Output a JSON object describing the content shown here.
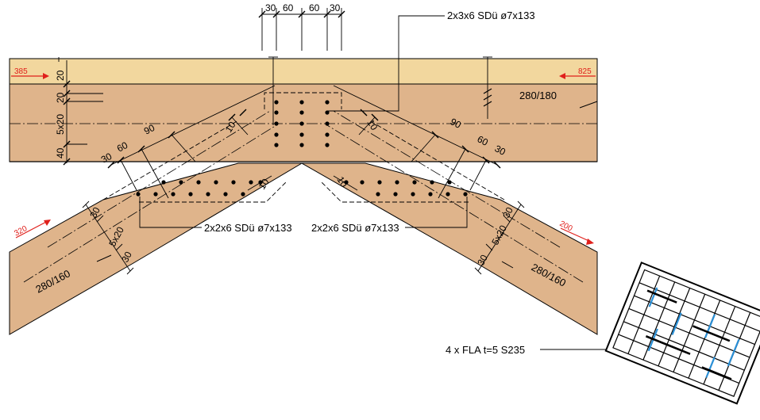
{
  "colors": {
    "chord_top": "#f2d79e",
    "timber": "#dfb48b",
    "line": "#000000",
    "force_arrow": "#e0201c",
    "plate_accent": "#2a8fd6"
  },
  "top_dims": [
    "30",
    "60",
    "60",
    "30"
  ],
  "labels": {
    "dowel_top": "2x3x6 SDü ø7x133",
    "dowel_left": "2x2x6 SDü ø7x133",
    "dowel_right": "2x2x6 SDü ø7x133",
    "chord_section": "280/180",
    "left_section": "280/160",
    "right_section": "280/160",
    "plates": "4 x FLA t=5 S235"
  },
  "forces": {
    "top_left": "385",
    "top_right": "825",
    "left_diag": "320",
    "right_diag": "200"
  },
  "chord_dims": [
    "20",
    "20",
    "5x20",
    "40"
  ],
  "left_diag_dims": [
    "30",
    "60",
    "90",
    "10",
    "10"
  ],
  "right_diag_dims": [
    "10",
    "90",
    "60",
    "30",
    "10"
  ],
  "left_side_dims": [
    "30",
    "5x20",
    "30"
  ],
  "right_side_dims": [
    "30",
    "5x20",
    "30"
  ]
}
